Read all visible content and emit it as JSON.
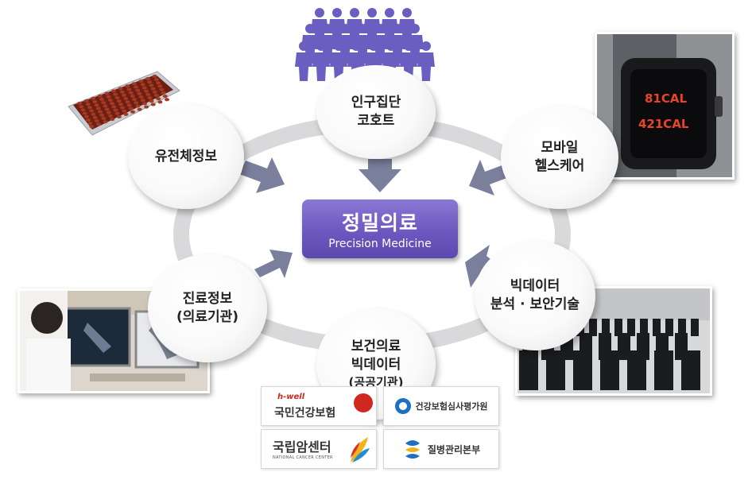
{
  "center": {
    "title": "정밀의료",
    "subtitle": "Precision Medicine",
    "color": "#6d58c0"
  },
  "bubbles": {
    "genome": {
      "line1": "유전체정보"
    },
    "cohort": {
      "line1": "인구집단",
      "line2": "코호트"
    },
    "mobile": {
      "line1": "모바일",
      "line2": "헬스케어"
    },
    "clinical": {
      "line1": "진료정보",
      "line2": "(의료기관)"
    },
    "public_data": {
      "line1": "보건의료",
      "line2": "빅데이터",
      "line3": "(공공기관)"
    },
    "bigdata": {
      "line1": "빅데이터",
      "line2": "분석 · 보안기술"
    }
  },
  "watch": {
    "line1": "81CAL",
    "line2": "421CAL"
  },
  "logos": {
    "nhis_tag": "h-well",
    "nhis": "국민건강보험",
    "hira": "건강보험심사평가원",
    "ncc": "국립암센터",
    "ncc_en": "NATIONAL CANCER CENTER",
    "kcdc": "질병관리본부"
  },
  "colors": {
    "arrow": "#7a7f9c",
    "ring": "#d9d9db",
    "people": "#6a5fc0"
  },
  "icons": {
    "people": "people-group-icon",
    "arrow": "arrow-icon"
  }
}
